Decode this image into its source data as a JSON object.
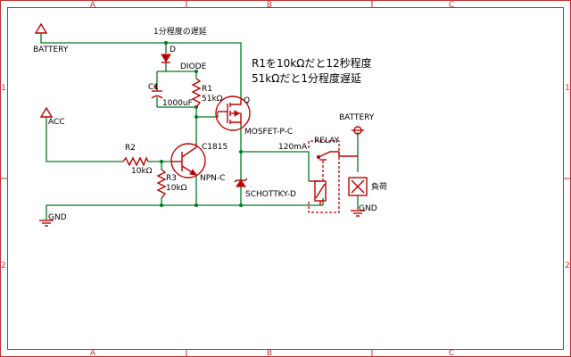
{
  "frame": {
    "columns": [
      "A",
      "B",
      "C"
    ],
    "rows": [
      "1",
      "2"
    ]
  },
  "notes": {
    "title": "1分程度の遅延",
    "line1": "R1を10kΩだと12秒程度",
    "line2": "51kΩだと1分程度遅延",
    "current": "120mA"
  },
  "labels": {
    "battery_top": "BATTERY",
    "battery_right": "BATTERY",
    "acc": "ACC",
    "gnd_left": "GND",
    "gnd_right": "GND",
    "diode_ref": "D",
    "diode_name": "DIODE",
    "c1_ref": "C1",
    "c1_value": "1000uF",
    "r1_ref": "R1",
    "r1_value": "51kΩ",
    "q_ref": "Q",
    "mosfet_name": "MOSFET-P-C",
    "r2_ref": "R2",
    "r2_value": "10kΩ",
    "r3_ref": "R3",
    "r3_value": "10kΩ",
    "npn_ref": "C1815",
    "npn_name": "NPN-C",
    "schottky_name": "SCHOTTKY-D",
    "relay_name": "RELAY",
    "load_name": "負荷"
  },
  "colors": {
    "wire": "#007a1f",
    "component": "#c00000",
    "frame": "#c03030"
  }
}
